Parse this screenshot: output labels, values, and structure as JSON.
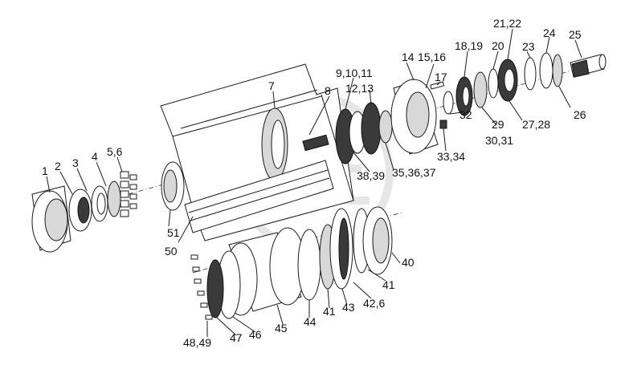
{
  "callouts": {
    "c1": "1",
    "c2": "2",
    "c3": "3",
    "c4": "4",
    "c5_6": "5,6",
    "c7": "7",
    "c8": "8",
    "c9_10_11": "9,10,11",
    "c12_13": "12,13",
    "c14": "14",
    "c15_16": "15,16",
    "c17": "17",
    "c18_19": "18,19",
    "c20": "20",
    "c21_22": "21,22",
    "c23": "23",
    "c24": "24",
    "c25": "25",
    "c26": "26",
    "c27_28": "27,28",
    "c29": "29",
    "c30_31": "30,31",
    "c32": "32",
    "c33_34": "33,34",
    "c35_36_37": "35,36,37",
    "c38_39": "38,39",
    "c40": "40",
    "c41a": "41",
    "c41b": "41",
    "c42_6": "42,6",
    "c43": "43",
    "c44": "44",
    "c45": "45",
    "c46": "46",
    "c47": "47",
    "c48_49": "48,49",
    "c50": "50",
    "c51": "51"
  }
}
